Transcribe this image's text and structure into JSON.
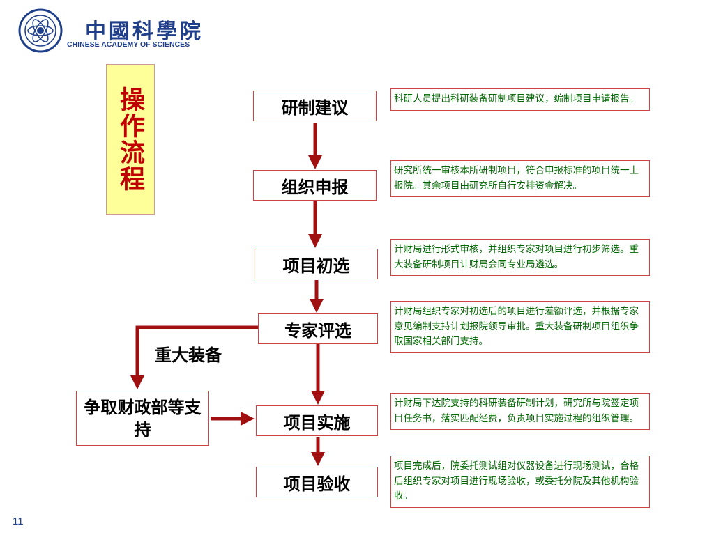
{
  "logo": {
    "cn_name": "中國科學院",
    "en_name": "CHINESE ACADEMY OF SCIENCES"
  },
  "side_title": "操作流程",
  "steps": [
    {
      "label": "研制建议",
      "desc": "科研人员提出科研装备研制项目建议，编制项目申请报告。"
    },
    {
      "label": "组织申报",
      "desc": "研究所统一审核本所研制项目，符合申报标准的项目统一上报院。其余项目由研究所自行安排资金解决。"
    },
    {
      "label": "项目初选",
      "desc": "计财局进行形式审核，并组织专家对项目进行初步筛选。重大装备研制项目计财局会同专业局遴选。"
    },
    {
      "label": "专家评选",
      "desc": "计财局组织专家对初选后的项目进行差额评选，并根据专家意见编制支持计划报院领导审批。重大装备研制项目组织争取国家相关部门支持。"
    },
    {
      "label": "项目实施",
      "desc": "计财局下达院支持的科研装备研制计划，研究所与院签定项目任务书，落实匹配经费，负责项目实施过程的组织管理。"
    },
    {
      "label": "项目验收",
      "desc": "项目完成后，院委托测试组对仪器设备进行现场测试，合格后组织专家对项目进行现场验收，或委托分院及其他机构验收。"
    }
  ],
  "branch": {
    "label": "重大装备",
    "support": "争取财政部等支持"
  },
  "colors": {
    "arrow": "#a01010",
    "border": "#cc4444",
    "desc_text": "#006600",
    "title_text": "#c00000",
    "title_bg": "#ffff99",
    "logo": "#1f3f8a"
  },
  "page_number": "11"
}
